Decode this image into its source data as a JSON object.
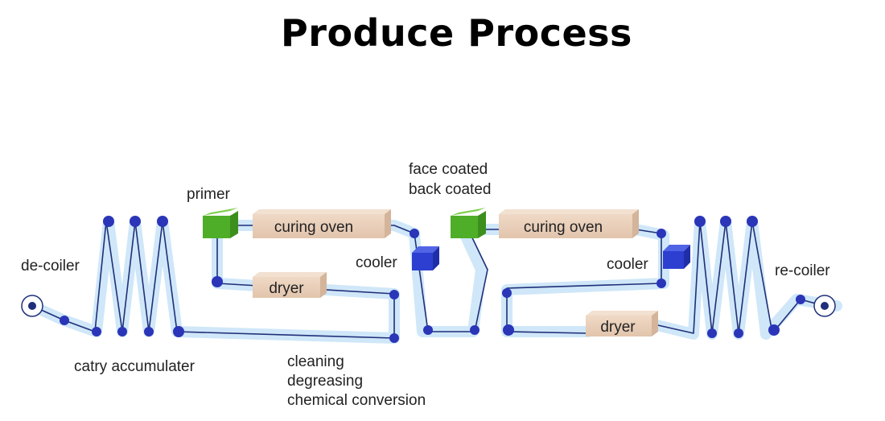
{
  "title": "Produce Process",
  "labels": {
    "decoiler": "de-coiler",
    "recoiler": "re-coiler",
    "primer": "primer",
    "face_coated": "face coated",
    "back_coated": "back coated",
    "cooler_1": "cooler",
    "cooler_2": "cooler",
    "catry_accumulater": "catry accumulater",
    "cleaning": "cleaning",
    "degreasing": "degreasing",
    "chemical_conversion": "chemical conversion"
  },
  "boxes": {
    "curing_oven_1": "curing oven",
    "curing_oven_2": "curing oven",
    "dryer_1": "dryer",
    "dryer_2": "dryer"
  },
  "colors": {
    "belt": "#cde6f7",
    "line": "#1f2f7a",
    "roller": "#2a35b8",
    "primer": "#59b82f",
    "cooler": "#2d3fd0",
    "box": "#e8cdb8"
  }
}
